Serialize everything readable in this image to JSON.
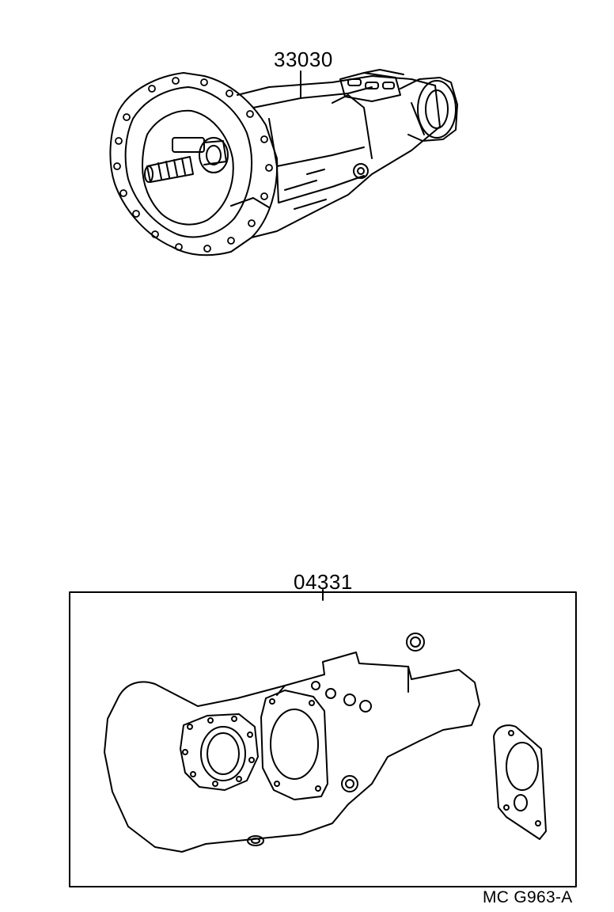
{
  "diagram": {
    "parts": [
      {
        "number": "33030",
        "description_icon": "transmission-assembly-icon"
      },
      {
        "number": "04331",
        "description_icon": "gasket-kit-icon"
      }
    ],
    "figure_code": "MC G963-A"
  }
}
